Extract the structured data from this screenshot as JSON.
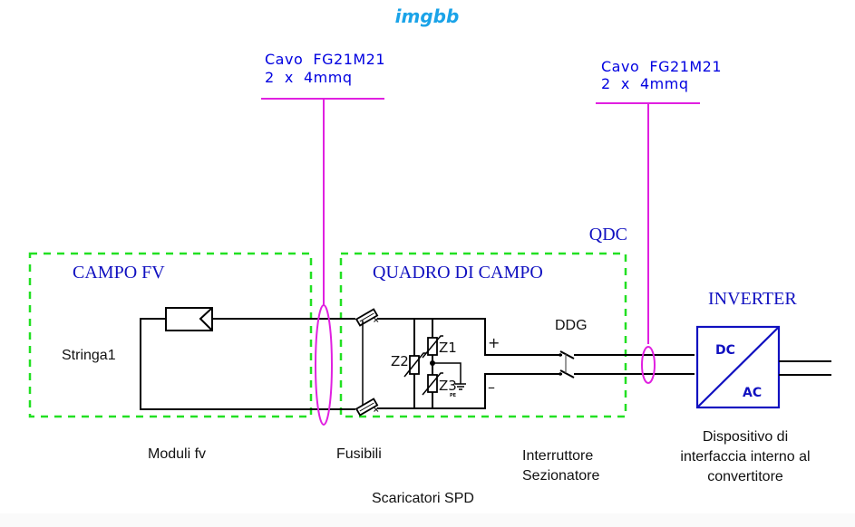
{
  "watermark": {
    "text": "imgbb",
    "color": "#1aa3e8"
  },
  "colors": {
    "wire": "#000000",
    "boundary": "#22e022",
    "cable_marker": "#e020e0",
    "label_blue": "#1010c0"
  },
  "cables": [
    {
      "line1": "Cavo  FG21M21",
      "line2": "2  x  4mmq"
    },
    {
      "line1": "Cavo  FG21M21",
      "line2": "2  x  4mmq"
    }
  ],
  "zones": {
    "campo_fv": {
      "title": "CAMPO FV"
    },
    "quadro": {
      "title": "QUADRO DI CAMPO",
      "tag": "QDC"
    }
  },
  "components": {
    "string_label": "Stringa1",
    "spd": {
      "z1": "Z1",
      "z2": "Z2",
      "z3": "Z3",
      "ground": "PE"
    },
    "polarity": {
      "plus": "+",
      "minus": "–"
    },
    "switch_label": "DDG",
    "inverter": {
      "title": "INVERTER",
      "dc": "DC",
      "ac": "AC"
    }
  },
  "captions": {
    "moduli": "Moduli fv",
    "fusibili": "Fusibili",
    "scaricatori": "Scaricatori SPD",
    "interruttore_1": "Interruttore",
    "interruttore_2": "Sezionatore",
    "dispositivo_1": "Dispositivo di",
    "dispositivo_2": "interfaccia interno al",
    "dispositivo_3": "convertitore"
  }
}
